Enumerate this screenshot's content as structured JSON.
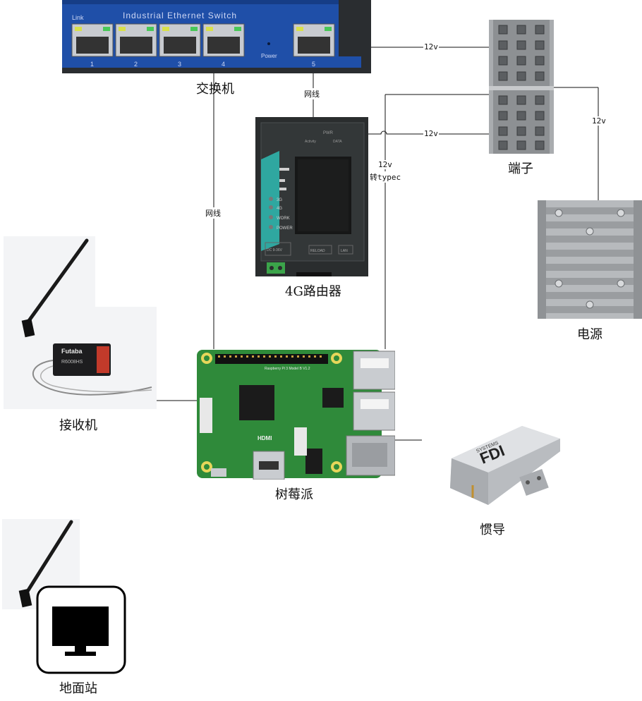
{
  "labels": {
    "switch": "交换机",
    "router": "4G路由器",
    "terminal": "端子",
    "power": "电源",
    "receiver": "接收机",
    "raspberry": "树莓派",
    "imu": "惯导",
    "ground_station": "地面站"
  },
  "wires": {
    "switch_router": "网线",
    "switch_pi": "网线",
    "switch_terminal": "12v",
    "router_terminal": "12v",
    "terminal_power": "12v",
    "pi_terminal_v": "12v",
    "pi_terminal_conv": "转typec"
  },
  "switch_device": {
    "banner": "Industrial Ethernet Switch",
    "link": "Link",
    "power": "Power",
    "ports": [
      "1",
      "2",
      "3",
      "4",
      "5"
    ]
  },
  "router_device": {
    "leds": [
      "3G",
      "4G",
      "WORK",
      "POWER"
    ],
    "bottom": [
      "DC 9-36V",
      "RELOAD",
      "LAN"
    ],
    "top": [
      "PWR",
      "Activity",
      "DATA"
    ]
  },
  "receiver_device": {
    "brand": "Futaba",
    "model": "R6008HS"
  },
  "pi_device": {
    "text": "Raspberry Pi 3 Model B V1.2",
    "hdmi": "HDMI"
  },
  "imu_device": {
    "text": "FDI",
    "sub": "SYSTEMS"
  },
  "colors": {
    "switch_blue": "#1f4fa8",
    "pi_green": "#2f8a3a",
    "router_dark": "#2a2d2e",
    "router_teal": "#2fa7a0"
  }
}
